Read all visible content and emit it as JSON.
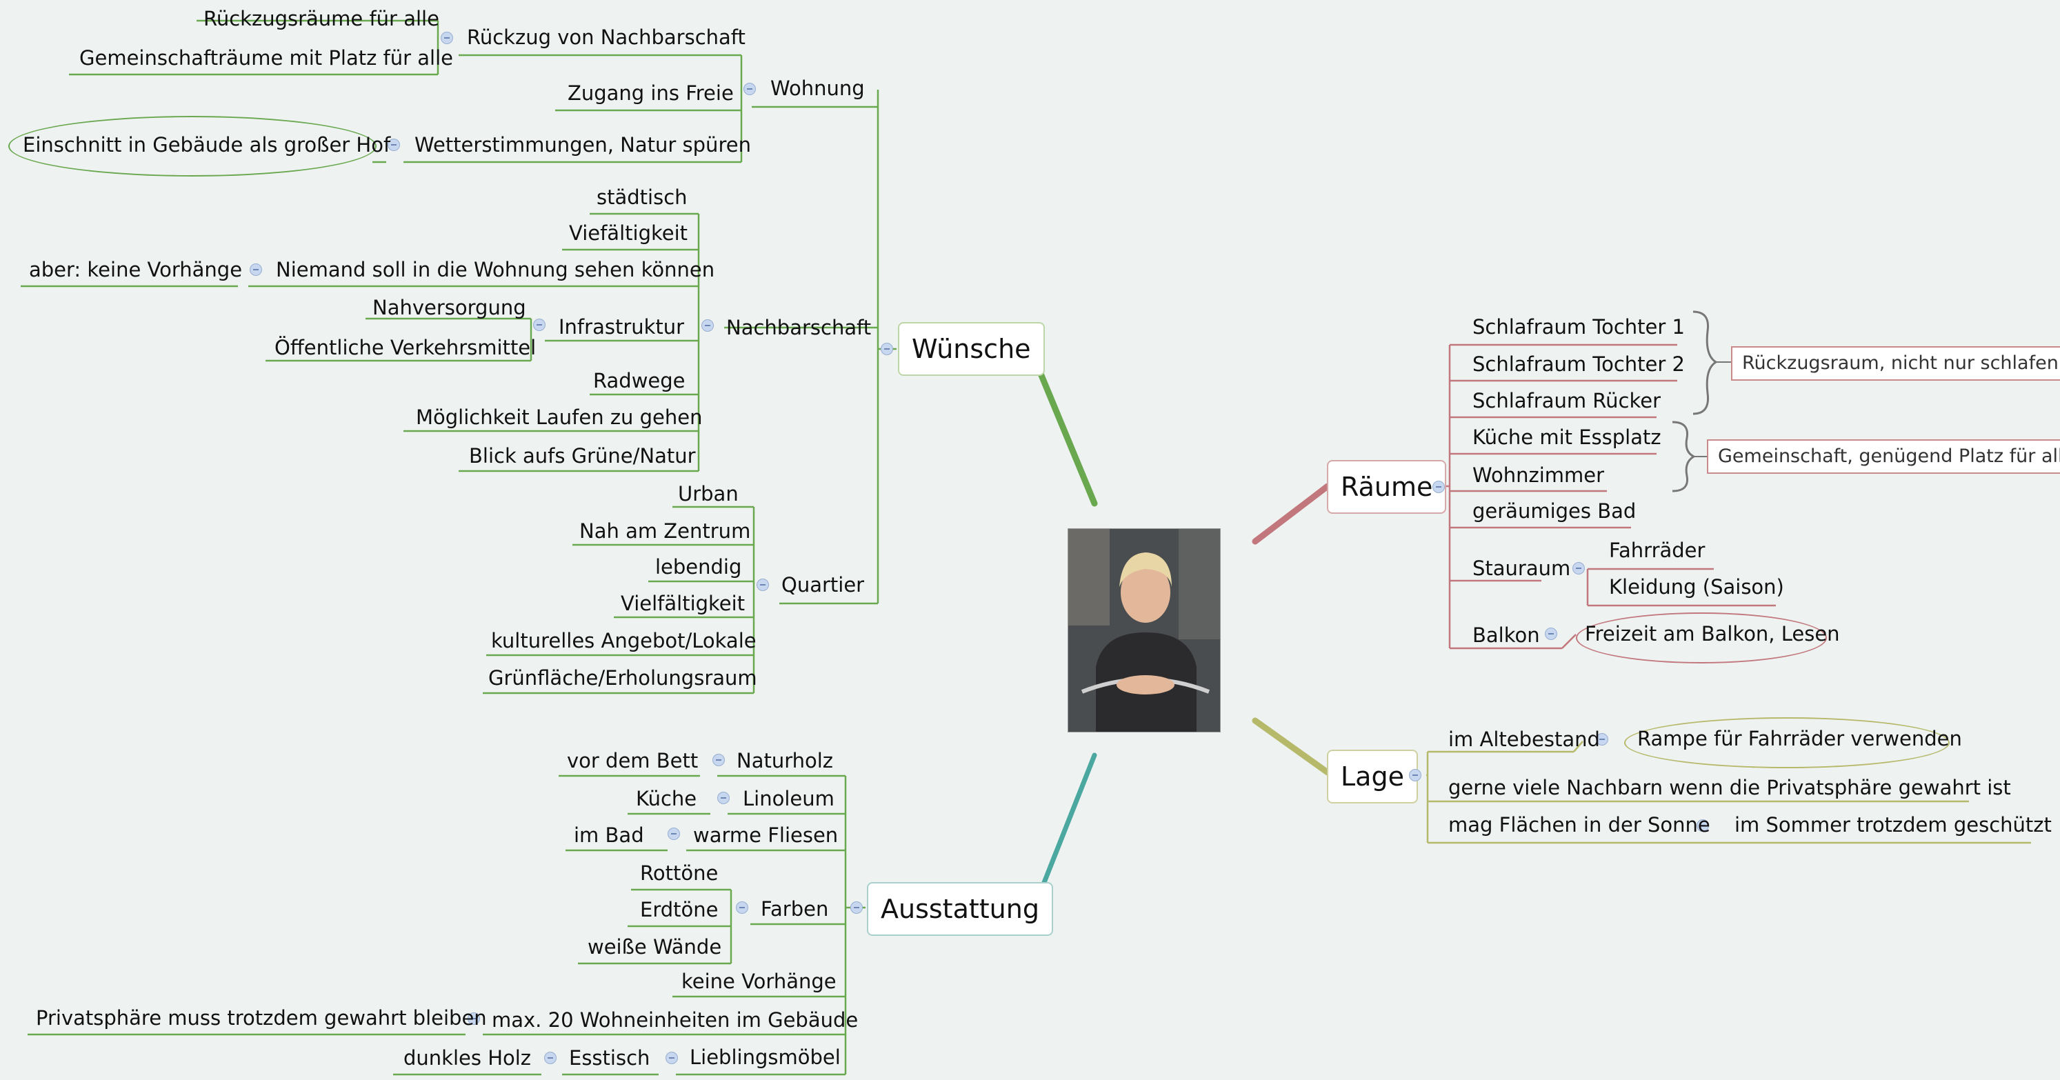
{
  "colors": {
    "background": "#eef2f1",
    "green_branch": "#6aa84f",
    "red_branch": "#c2777d",
    "olive_branch": "#b7b96a",
    "teal_branch": "#4aa8a0",
    "callout_border": "#c88a8a"
  },
  "center": {
    "image": "portrait photo of a woman with a bicycle"
  },
  "wuensche": {
    "label": "Wünsche",
    "wohnung": {
      "label": "Wohnung",
      "rueckzug": "Rückzug von Nachbarschaft",
      "rueckzugsraeume": "Rückzugsräume für alle",
      "gemeinschaftsraeume": "Gemeinschafträume mit Platz für alle",
      "zugang": "Zugang ins Freie",
      "wetter": "Wetterstimmungen, Natur spüren",
      "einschnitt": "Einschnitt in Gebäude als großer Hof"
    },
    "nachbarschaft": {
      "label": "Nachbarschaft",
      "staedtisch": "städtisch",
      "vielfaeltigkeit": "Viefältigkeit",
      "niemand": "Niemand soll in die Wohnung sehen können",
      "vorhaenge": "aber: keine Vorhänge",
      "infrastruktur": "Infrastruktur",
      "nahversorgung": "Nahversorgung",
      "oeffentlich": "Öffentliche Verkehrsmittel",
      "radwege": "Radwege",
      "laufen": "Möglichkeit Laufen zu gehen",
      "blick": "Blick aufs Grüne/Natur"
    },
    "quartier": {
      "label": "Quartier",
      "urban": "Urban",
      "zentrum": "Nah am Zentrum",
      "lebendig": "lebendig",
      "vielfaeltigkeit": "Vielfältigkeit",
      "kulturelles": "kulturelles Angebot/Lokale",
      "gruenflaeche": "Grünfläche/Erholungsraum"
    }
  },
  "ausstattung": {
    "label": "Ausstattung",
    "naturholz": "Naturholz",
    "vor_dem_bett": "vor dem Bett",
    "linoleum": "Linoleum",
    "kueche": "Küche",
    "fliesen": "warme Fliesen",
    "im_bad": "im  Bad",
    "farben": "Farben",
    "rottoene": "Rottöne",
    "erdtoene": "Erdtöne",
    "waende": "weiße Wände",
    "keine_vorhaenge": "keine Vorhänge",
    "wohneinheiten": "max. 20 Wohneinheiten im Gebäude",
    "privatsphaere": "Privatsphäre muss trotzdem gewahrt bleiben",
    "lieblingsmoebel": "Lieblingsmöbel",
    "esstisch": "Esstisch",
    "dunkles_holz": "dunkles Holz"
  },
  "raeume": {
    "label": "Räume",
    "tochter1": "Schlafraum Tochter 1",
    "tochter2": "Schlafraum Tochter 2",
    "ruecker": "Schlafraum Rücker",
    "kueche": "Küche mit Essplatz",
    "wohnzimmer": "Wohnzimmer",
    "bad": "geräumiges Bad",
    "stauraum": "Stauraum",
    "fahrraeder": "Fahrräder",
    "kleidung": "Kleidung (Saison)",
    "balkon": "Balkon",
    "freizeit": "Freizeit am Balkon, Lesen",
    "callout_rueckzug": "Rückzugsraum, nicht nur schlafen",
    "callout_gemeinschaft": "Gemeinschaft, genügend Platz für alle"
  },
  "lage": {
    "label": "Lage",
    "altebestand": "im Altebestand",
    "rampe": "Rampe für Fahrräder verwenden",
    "nachbarn": "gerne viele Nachbarn wenn die Privatsphäre gewahrt ist",
    "sonne": "mag Flächen in der Sonne",
    "sommer": "im Sommer trotzdem geschützt"
  }
}
